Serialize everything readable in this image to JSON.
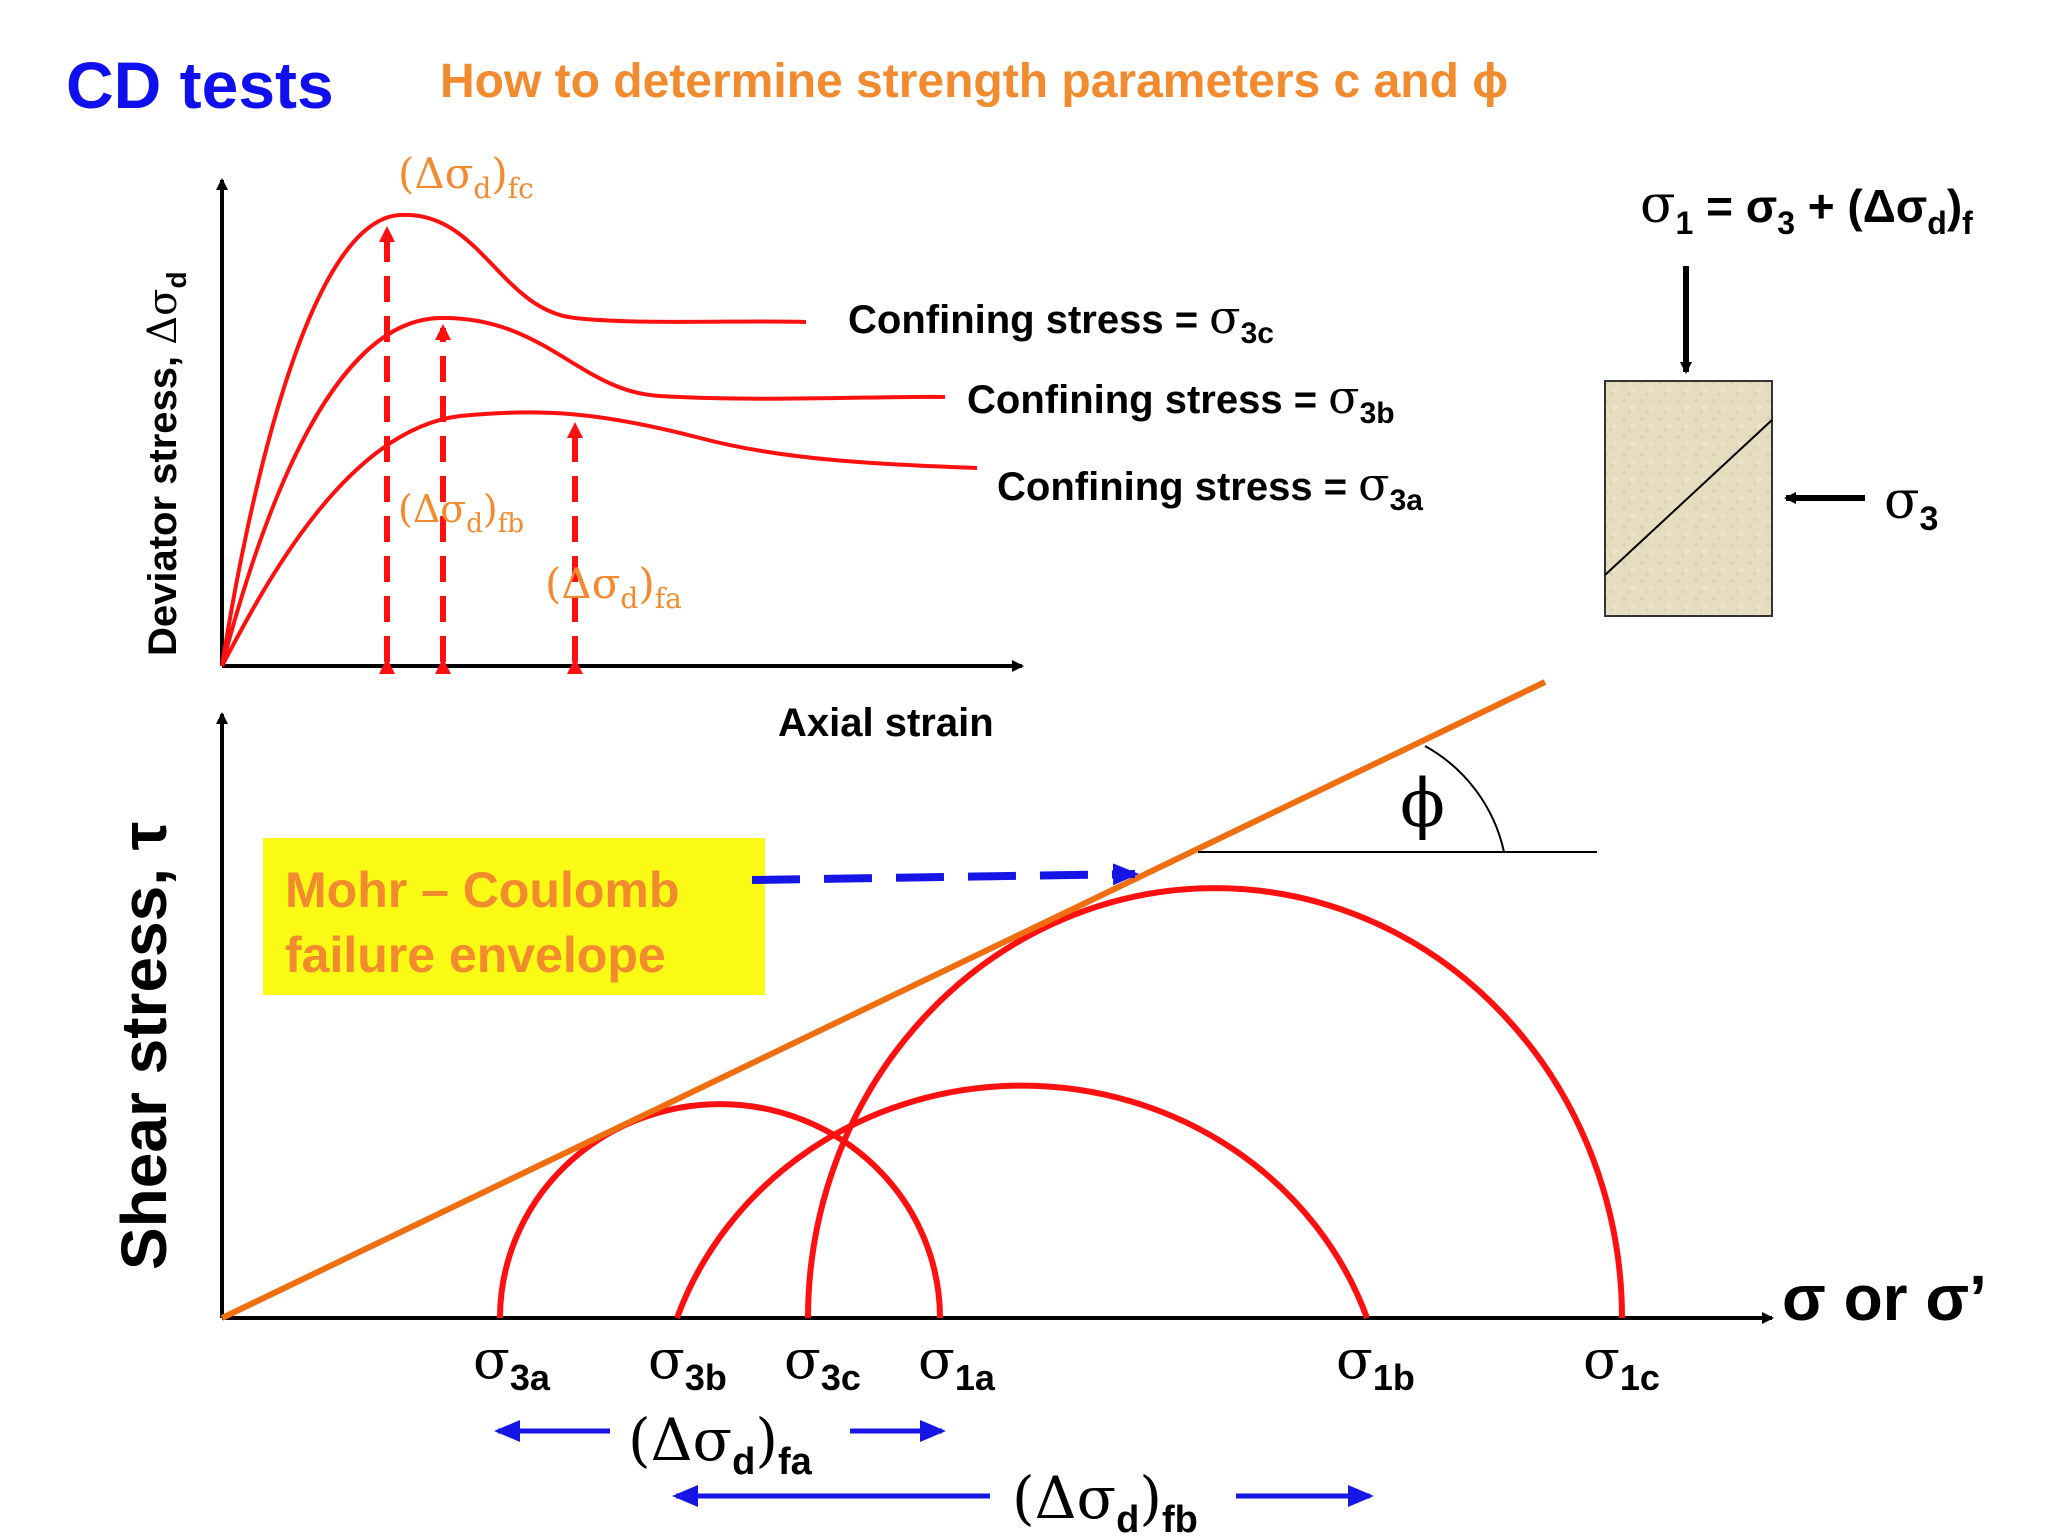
{
  "title": {
    "main": "CD tests",
    "subtitle": "How to determine strength parameters c and ϕ"
  },
  "colors": {
    "title": "#1010ee",
    "orange": "#f28a2e",
    "red": "#ff1010",
    "blue": "#1515e6",
    "envelope": "#ef6f10",
    "yellow_box": "#fafa14",
    "specimen": "#e6dcc0"
  },
  "upper_plot": {
    "y_label": {
      "text": "Deviator stress, ",
      "sym": "Δσ",
      "sub": "d"
    },
    "x_label": "Axial strain",
    "curves": [
      {
        "prefix": "Confining stress = ",
        "sym": "σ",
        "sub": "3c"
      },
      {
        "prefix": "Confining stress = ",
        "sym": "σ",
        "sub": "3b"
      },
      {
        "prefix": "Confining stress = ",
        "sym": "σ",
        "sub": "3a"
      }
    ],
    "peaks": [
      {
        "open": "(Δσ",
        "sub1": "d",
        "close": ")",
        "sub2": "fc"
      },
      {
        "open": "(Δσ",
        "sub1": "d",
        "close": ")",
        "sub2": "fb"
      },
      {
        "open": "(Δσ",
        "sub1": "d",
        "close": ")",
        "sub2": "fa"
      }
    ]
  },
  "specimen": {
    "s1": "σ",
    "s1_sub": "1",
    "eq": " = σ",
    "s3_sub": "3",
    "plus": " + (Δσ",
    "d_sub": "d",
    "close": ")",
    "f_sub": "f",
    "confining": "σ",
    "confining_sub": "3"
  },
  "mohr": {
    "y_label": "Shear stress, τ",
    "x_label": "σ or σ’",
    "envelope_label_line1": "Mohr – Coulomb",
    "envelope_label_line2": "failure envelope",
    "phi": "ϕ",
    "stress_labels": [
      {
        "sym": "σ",
        "sub": "3a"
      },
      {
        "sym": "σ",
        "sub": "3b"
      },
      {
        "sym": "σ",
        "sub": "3c"
      },
      {
        "sym": "σ",
        "sub": "1a"
      },
      {
        "sym": "σ",
        "sub": "1b"
      },
      {
        "sym": "σ",
        "sub": "1c"
      }
    ],
    "ranges": [
      {
        "open": "(Δσ",
        "sub1": "d",
        "close": ")",
        "sub2": "fa"
      },
      {
        "open": "(Δσ",
        "sub1": "d",
        "close": ")",
        "sub2": "fb"
      }
    ]
  }
}
